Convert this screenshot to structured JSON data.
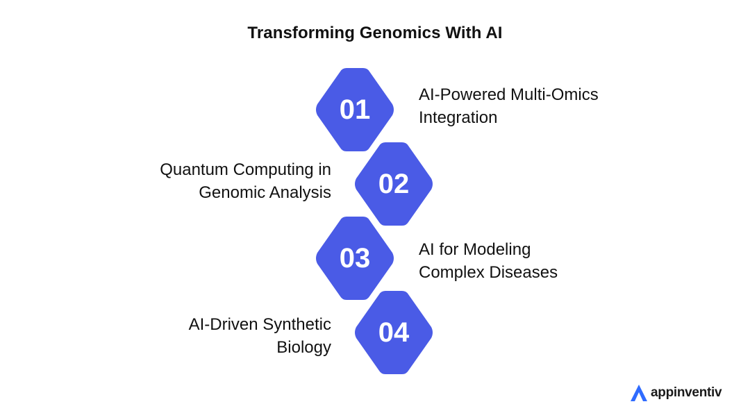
{
  "title": "Transforming Genomics With AI",
  "colors": {
    "hexagon_fill": "#4a5be6",
    "number_text": "#ffffff",
    "logo_accent": "#2f6bff",
    "text": "#111111"
  },
  "steps": [
    {
      "number": "01",
      "label_line1": "AI-Powered Multi-Omics",
      "label_line2": "Integration"
    },
    {
      "number": "02",
      "label_line1": "Quantum Computing in",
      "label_line2": "Genomic Analysis"
    },
    {
      "number": "03",
      "label_line1": "AI for Modeling",
      "label_line2": "Complex Diseases"
    },
    {
      "number": "04",
      "label_line1": "AI-Driven Synthetic",
      "label_line2": "Biology"
    }
  ],
  "brand": {
    "name": "appinventiv",
    "icon": "brand-logo-icon"
  }
}
